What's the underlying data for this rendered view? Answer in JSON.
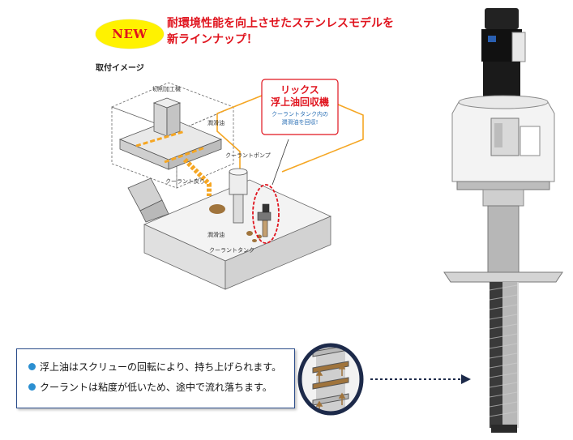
{
  "badge": {
    "text": "NEW"
  },
  "headline": {
    "line1": "耐環境性能を向上させたステンレスモデルを",
    "line2": "新ラインナップ！"
  },
  "image_caption": "取付イメージ",
  "labels": {
    "machine": "切削加工機",
    "lubricant_top": "潤滑油",
    "coolant_pump": "クーラントポンプ",
    "coolant_return": "クーラント戻り",
    "lubricant_tank": "潤滑油",
    "coolant_tank": "クーラントタンク"
  },
  "callout": {
    "title_line1": "リックス",
    "title_line2": "浮上油回収機",
    "sub_line1": "クーラントタンク内の",
    "sub_line2": "潤滑油を回収!"
  },
  "info": {
    "bullets": [
      "浮上油はスクリューの回転により、持ち上げられます。",
      "クーラントは粘度が低いため、途中で流れ落ちます。"
    ]
  },
  "colors": {
    "accent_red": "#e0141e",
    "badge_yellow": "#fff200",
    "bullet_blue": "#2b8fd1",
    "flow_orange": "#f5a623",
    "oil_brown": "#a0743c"
  }
}
